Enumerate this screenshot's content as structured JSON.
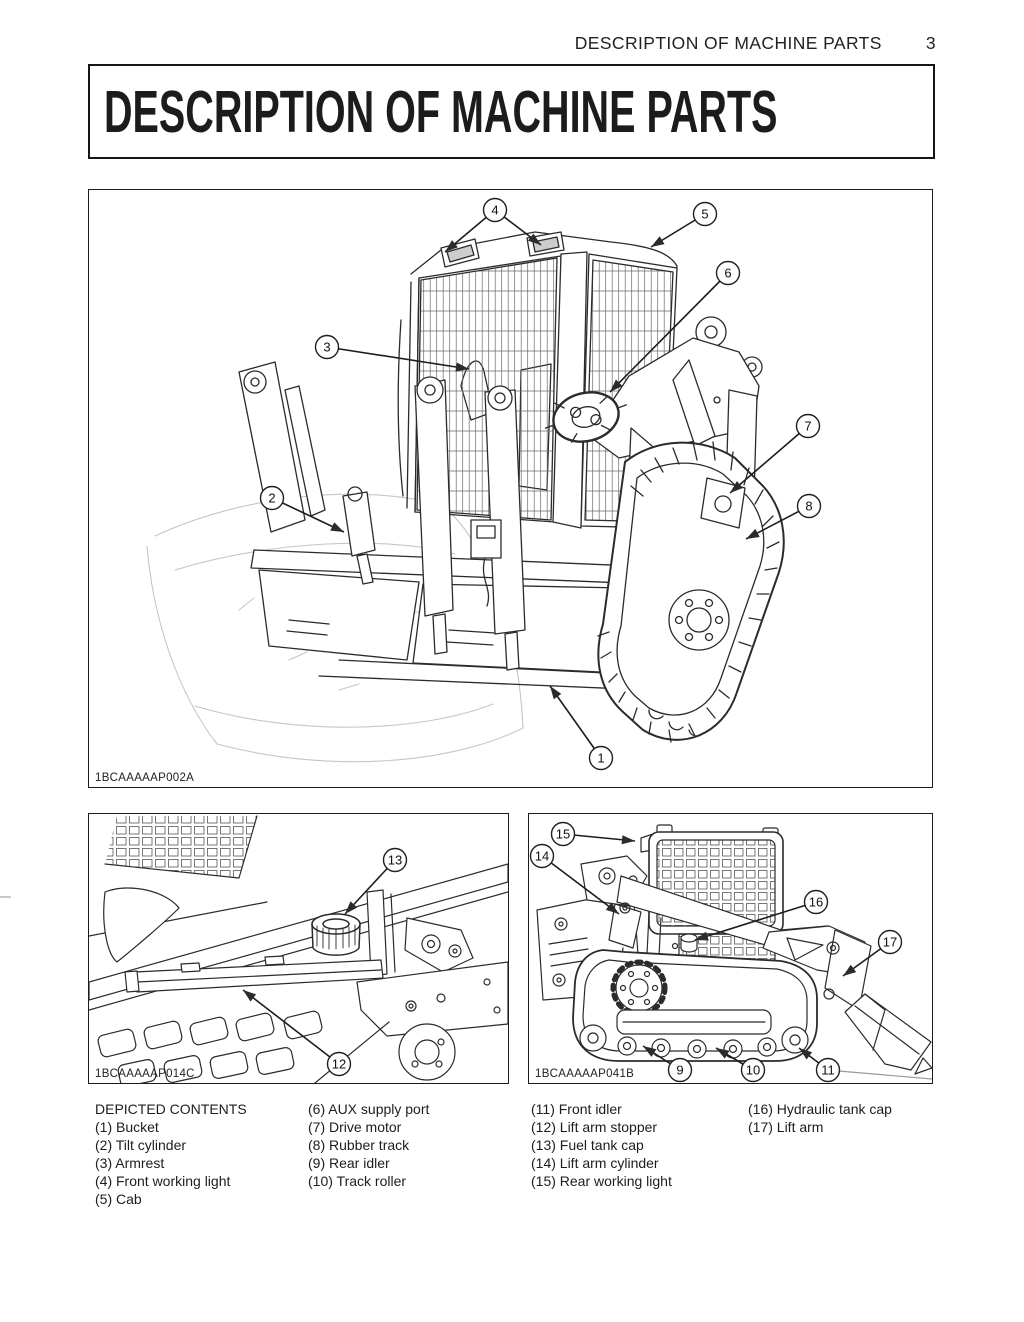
{
  "header": {
    "title": "DESCRIPTION OF MACHINE PARTS",
    "page_number": "3"
  },
  "title": "DESCRIPTION OF MACHINE PARTS",
  "figures": {
    "main": {
      "caption": "1BCAAAAAP002A"
    },
    "left": {
      "caption": "1BCAAAAAP014C"
    },
    "right": {
      "caption": "1BCAAAAAP041B"
    }
  },
  "callouts": {
    "c1": "1",
    "c2": "2",
    "c3": "3",
    "c4": "4",
    "c5": "5",
    "c6": "6",
    "c7": "7",
    "c8": "8",
    "c9": "9",
    "c10": "10",
    "c11": "11",
    "c12": "12",
    "c13": "13",
    "c14": "14",
    "c15": "15",
    "c16": "16",
    "c17": "17"
  },
  "contents": {
    "heading": "DEPICTED CONTENTS",
    "col1": [
      "(1) Bucket",
      "(2) Tilt cylinder",
      "(3) Armrest",
      "(4) Front working light",
      "(5) Cab"
    ],
    "col2": [
      "(6) AUX supply port",
      "(7) Drive motor",
      "(8) Rubber track",
      "(9) Rear idler",
      "(10) Track roller"
    ],
    "col3": [
      "(11) Front idler",
      "(12) Lift arm stopper",
      "(13) Fuel tank cap",
      "(14) Lift arm cylinder",
      "(15) Rear working light"
    ],
    "col4": [
      "(16) Hydraulic tank cap",
      "(17) Lift arm"
    ]
  },
  "colors": {
    "ink": "#2b2b2b",
    "faint_sketch": "#c6c6c6",
    "light_fill": "#cdcdcd",
    "page_bg": "#ffffff"
  }
}
